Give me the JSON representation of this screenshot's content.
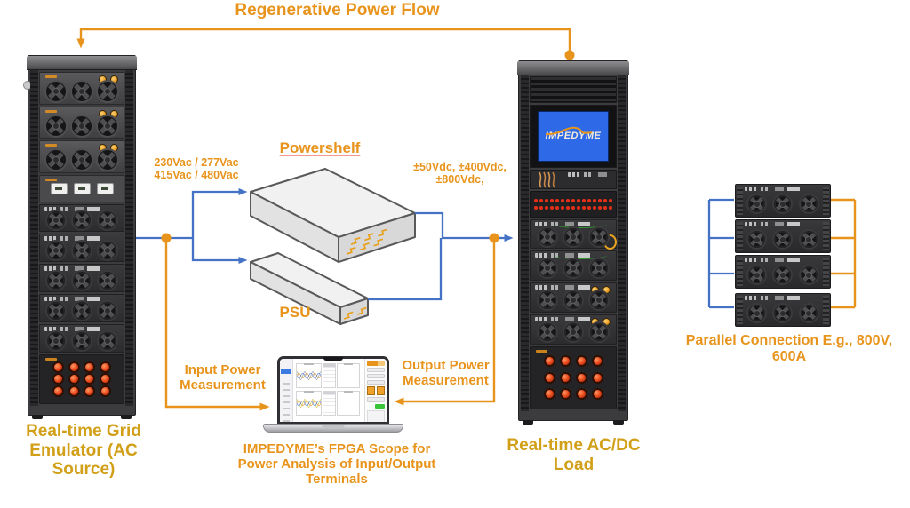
{
  "colors": {
    "accent_orange": "#E8941C",
    "label_gold": "#D2A018",
    "wire_blue": "#4472C4",
    "powershelf_underline": "#F4978E",
    "screen_blue": "#2E6AE8",
    "connector_red": "#E8431A"
  },
  "labels": {
    "title": "Regenerative Power Flow",
    "ac_voltage": [
      "230Vac / 277Vac",
      "415Vac / 480Vac"
    ],
    "dc_voltage": [
      "±50Vdc, ±400Vdc,",
      "±800Vdc,"
    ],
    "powershelf": "Powershelf",
    "psu": "PSU",
    "input_measurement": [
      "Input Power",
      "Measurement"
    ],
    "output_measurement": [
      "Output Power",
      "Measurement"
    ],
    "scope_caption": [
      "IMPEDYME’s FPGA Scope for",
      "Power Analysis of Input/Output",
      "Terminals"
    ],
    "grid_emulator": [
      "Real-time Grid",
      "Emulator (AC",
      "Source)"
    ],
    "acdc_load": [
      "Real-time AC/DC",
      "Load"
    ],
    "parallel_connection": [
      "Parallel Connection E.g., 800V,",
      "600A"
    ],
    "rack_screen_logo": "IMPEDYME"
  }
}
